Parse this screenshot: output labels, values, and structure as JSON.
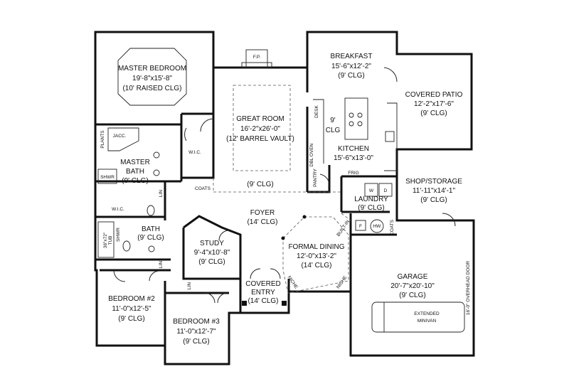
{
  "rooms": {
    "master_bedroom": {
      "name": "MASTER BEDROOM",
      "dims": "19'-8\"x15'-8\"",
      "ceiling": "(10' RAISED CLG)"
    },
    "great_room": {
      "name": "GREAT ROOM",
      "dims": "16'-2\"x26'-0\"",
      "ceiling": "(12' BARREL VAULT)",
      "ceiling2": "(9' CLG)"
    },
    "breakfast": {
      "name": "BREAKFAST",
      "dims": "15'-6\"x12'-2\"",
      "ceiling": "(9' CLG)"
    },
    "covered_patio": {
      "name": "COVERED PATIO",
      "dims": "12'-2\"x17'-6\"",
      "ceiling": "(9' CLG)"
    },
    "kitchen": {
      "name": "KITCHEN",
      "dims": "15'-6\"x13'-0\"",
      "ceiling_a": "9'",
      "ceiling_b": "CLG"
    },
    "master_bath": {
      "name_a": "MASTER",
      "name_b": "BATH",
      "ceiling": "(9' CLG)"
    },
    "shop_storage": {
      "name": "SHOP/STORAGE",
      "dims": "11'-11\"x14'-1\"",
      "ceiling": "(9' CLG)"
    },
    "laundry": {
      "name": "LAUNDRY",
      "ceiling": "(9' CLG)"
    },
    "foyer": {
      "name": "FOYER",
      "ceiling": "(14' CLG)"
    },
    "study": {
      "name": "STUDY",
      "dims": "9'-4\"x10'-8\"",
      "ceiling": "(9' CLG)"
    },
    "bath": {
      "name": "BATH",
      "ceiling": "(9' CLG)"
    },
    "formal_dining": {
      "name": "FORMAL DINING",
      "dims": "12'-0\"x13'-2\"",
      "ceiling": "(14' CLG)"
    },
    "garage": {
      "name": "GARAGE",
      "dims": "20'-7\"x20'-10\"",
      "ceiling": "(9' CLG)"
    },
    "bedroom2": {
      "name": "BEDROOM #2",
      "dims": "11'-0\"x12'-5\"",
      "ceiling": "(9' CLG)"
    },
    "bedroom3": {
      "name": "BEDROOM #3",
      "dims": "11'-0\"x12'-7\"",
      "ceiling": "(9' CLG)"
    },
    "covered_entry": {
      "name_a": "COVERED",
      "name_b": "ENTRY",
      "ceiling": "(14' CLG)"
    }
  },
  "labels": {
    "fp": "F.P.",
    "plants": "PLANTS",
    "jacc": "JACC.",
    "wic1": "W.I.C.",
    "wic2": "W.I.C.",
    "shwr1": "SHWR",
    "shwr2": "SHWR",
    "lin1": "LIN",
    "lin2": "LIN",
    "lin3": "LIN",
    "coats1": "COATS",
    "coats2": "COATS",
    "desk": "DESK",
    "dbl_oven": "DBL OVEN",
    "pantry": "PANTRY",
    "frig": "FRIG",
    "w": "W",
    "d": "D",
    "built_in": "BUILT-IN",
    "niche1": "NICHE",
    "niche2": "NICHE",
    "hw": "HW",
    "f": "F",
    "tub": "36\"x72\"",
    "tub2": "TUB",
    "overhead_door": "16'-0\" OVERHEAD DOOR",
    "extended_minivan_a": "EXTENDED",
    "extended_minivan_b": "MINIVAN"
  }
}
